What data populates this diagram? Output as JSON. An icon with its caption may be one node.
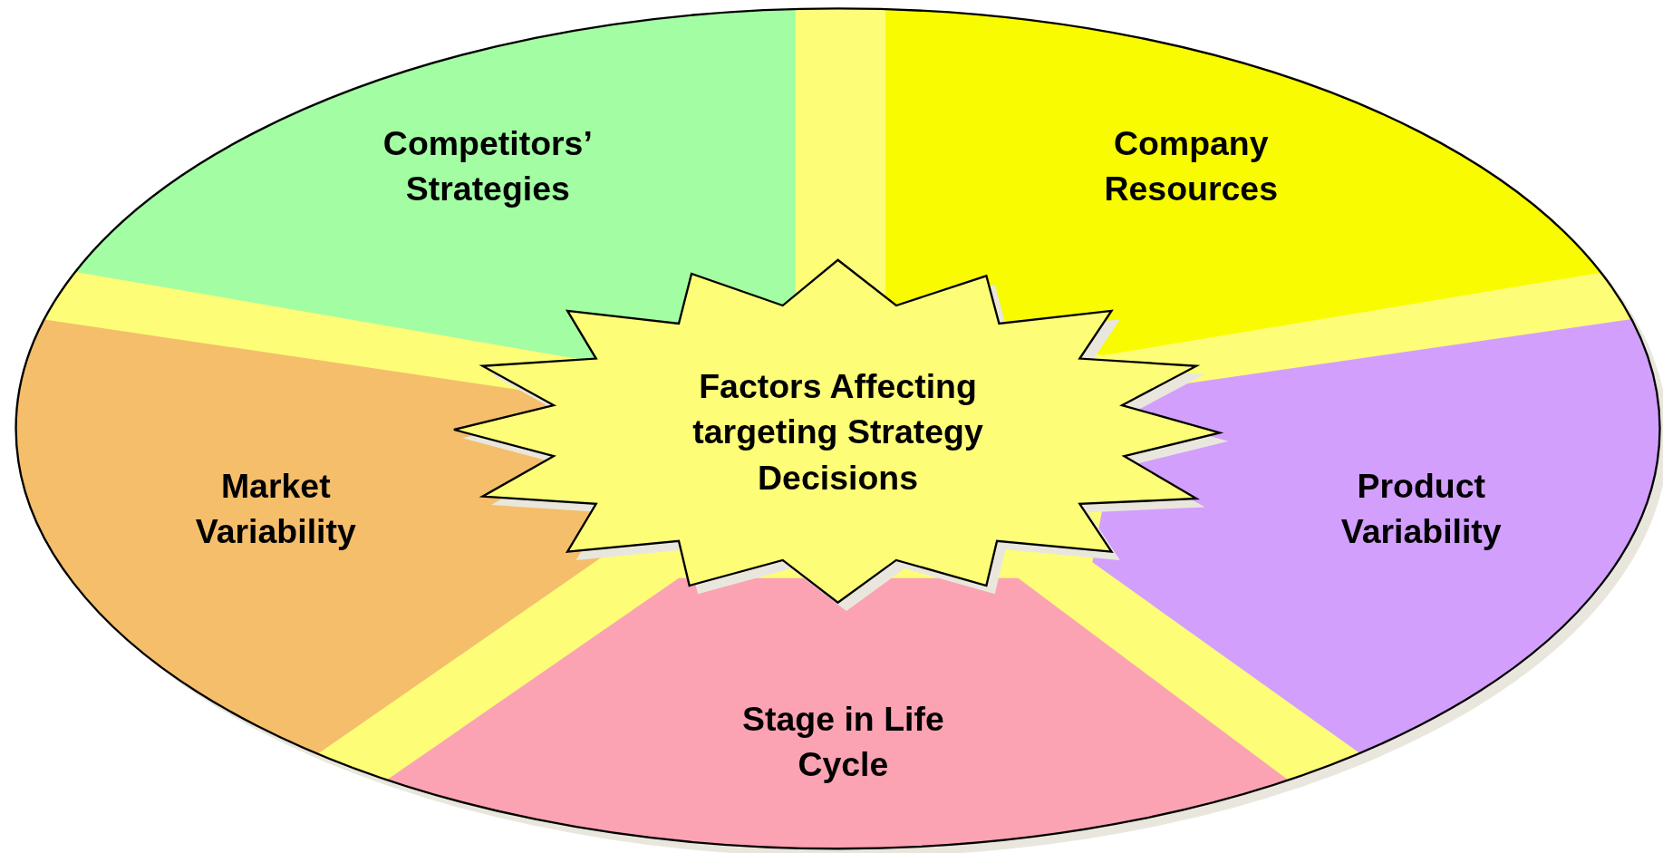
{
  "diagram": {
    "nodes": [
      {
        "text": [
          "Competitors’ Strategies"
        ]
      },
      {
        "text": [
          "Company Resources"
        ]
      },
      {
        "text": [
          "Factors Affecting targeting Strategy Decisions"
        ]
      },
      {
        "text": [
          "Market Variability"
        ]
      },
      {
        "text": [
          "Product Variability"
        ]
      },
      {
        "text": [
          "Stage in Life Cycle"
        ]
      }
    ]
  }
}
